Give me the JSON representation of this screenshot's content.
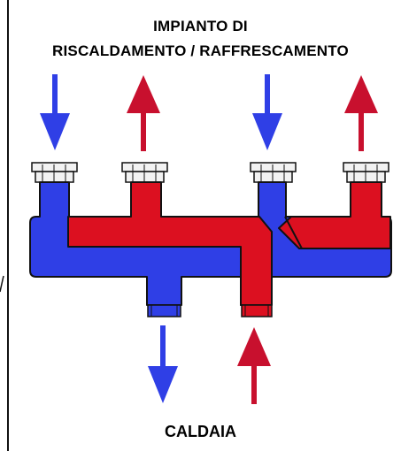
{
  "title": {
    "line1": "IMPIANTO DI",
    "line2": "RISCALDAMENTO / RAFFRESCAMENTO"
  },
  "bottom_label": "CALDAIA",
  "colors": {
    "cold": "#2f3fe6",
    "hot": "#dc1020",
    "hot_arrow": "#c8102e",
    "outline": "#111111",
    "fitting": "#f2f2f2"
  }
}
